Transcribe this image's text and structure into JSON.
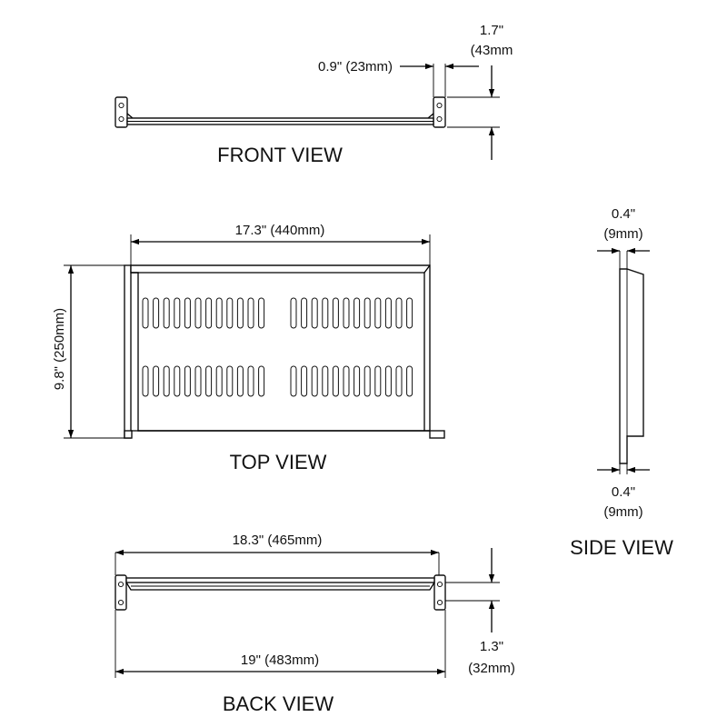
{
  "front_view": {
    "title": "FRONT VIEW",
    "flange_depth": "0.9\" (23mm)",
    "height_in": "1.7\"",
    "height_mm": "(43mm"
  },
  "top_view": {
    "title": "TOP VIEW",
    "width": "17.3\" (440mm)",
    "depth": "9.8\" (250mm)"
  },
  "side_view": {
    "title": "SIDE VIEW",
    "top_thickness_in": "0.4\"",
    "top_thickness_mm": "(9mm)",
    "bottom_thickness_in": "0.4\"",
    "bottom_thickness_mm": "(9mm)"
  },
  "back_view": {
    "title": "BACK VIEW",
    "inner_width": "18.3\" (465mm)",
    "overall_width": "19\" (483mm)",
    "height_in": "1.3\"",
    "height_mm": "(32mm)"
  }
}
